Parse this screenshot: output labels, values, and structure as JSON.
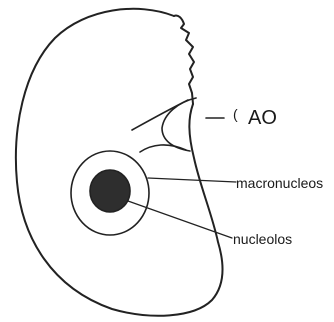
{
  "labels": {
    "ao": "AO",
    "ao_mark": "(",
    "macronucleus": "macronucleos",
    "nucleolus": "nucleolos"
  },
  "colors": {
    "ink": "#222222",
    "nucleolus_fill": "#2e2e2e",
    "background": "#ffffff"
  }
}
